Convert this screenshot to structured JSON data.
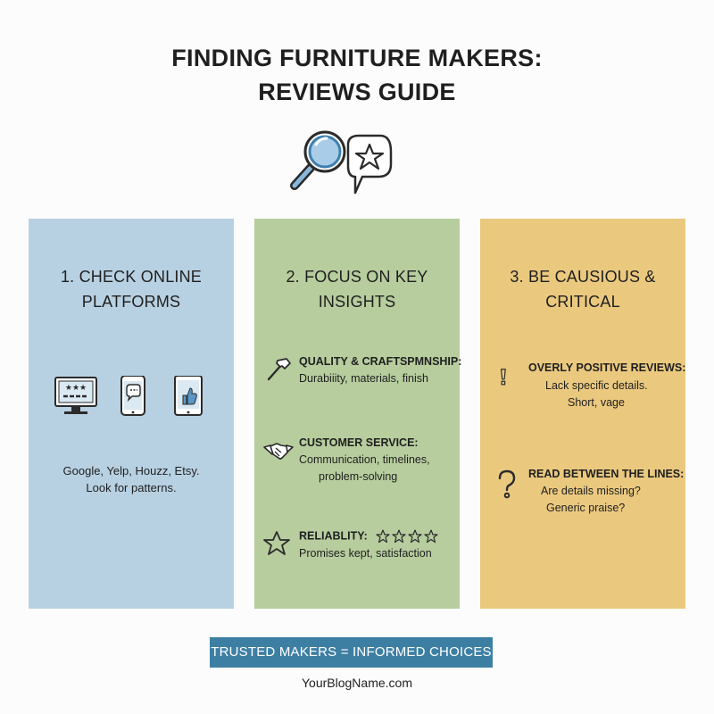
{
  "title": {
    "line1": "FINDING FURNITURE MAKERS:",
    "line2": "REVIEWS GUIDE"
  },
  "icons": {
    "hero": "magnifier-speech-star-icon",
    "devices": [
      "desktop-rating-icon",
      "phone-chat-icon",
      "tablet-thumbs-up-icon"
    ],
    "hammer": "hammer-icon",
    "handshake": "handshake-icon",
    "star": "star-icon",
    "exclamation": "exclamation-icon",
    "question": "question-icon"
  },
  "colors": {
    "card1": "#b8d1e2",
    "card2": "#b7cd9e",
    "card3": "#eac97f",
    "banner": "#3d7fa3",
    "icon_blue": "#3f7fae",
    "icon_dark": "#2b2b2b"
  },
  "cards": [
    {
      "title_line1": "1. CHECK ONLINE",
      "title_line2": "PLATFORMS",
      "desc_line1": "Google, Yelp, Houzz, Etsy.",
      "desc_line2": "Look for patterns."
    },
    {
      "title_line1": "2. FOCUS ON KEY",
      "title_line2": "INSIGHTS",
      "items": [
        {
          "head": "QUALITY & CRAFTSPMNSHIP:",
          "line1": "Durabiiity, materials, finish"
        },
        {
          "head": "CUSTOMER SERVICE:",
          "line1": "Communication, timelines,",
          "line2": "problem-solving"
        },
        {
          "head": "RELIABLITY:",
          "line1": "Promises kept, satisfaction"
        }
      ]
    },
    {
      "title_line1": "3. BE CAUSIOUS &",
      "title_line2": "CRITICAL",
      "items": [
        {
          "head": "OVERLY POSITIVE REVIEWS:",
          "line1": "Lack specific details.",
          "line2": "Short, vage"
        },
        {
          "head": "READ BETWEEN THE LINES:",
          "line1": "Are details missing?",
          "line2": "Generic praise?"
        }
      ]
    }
  ],
  "banner": "TRUSTED MAKERS = INFORMED CHOICES",
  "footer": "YourBlogName.com"
}
